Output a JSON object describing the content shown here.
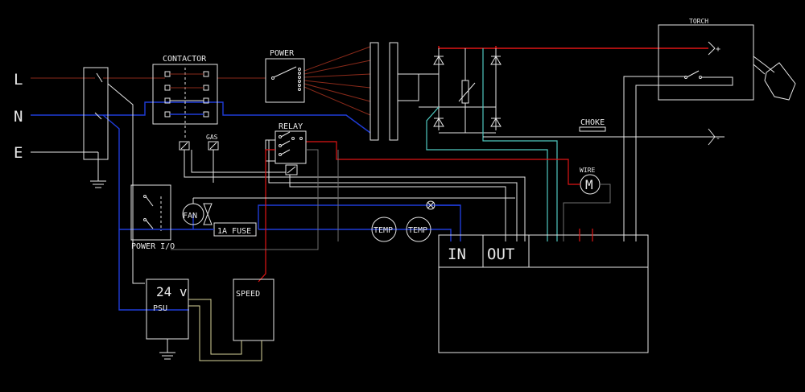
{
  "colors": {
    "background": "#000000",
    "line_white": "#e6e6e6",
    "line_live": "#8a2a1a",
    "line_neutral": "#1f3cd8",
    "line_red": "#e01515",
    "line_teal": "#4fc9c0",
    "line_yellow": "#d8d49a",
    "line_grey": "#707070"
  },
  "labels": {
    "line_l": "L",
    "line_n": "N",
    "line_e": "E",
    "contactor": "CONTACTOR",
    "power": "POWER",
    "relay": "RELAY",
    "gas": "GAS",
    "fan": "FAN",
    "fuse": "1A FUSE",
    "temp_1": "TEMP",
    "temp_2": "TEMP",
    "power_io": "POWER I/O",
    "psu_voltage": "24 v",
    "psu": "PSU",
    "speed": "SPEED",
    "controller_in": "IN",
    "controller_out": "OUT",
    "choke": "CHOKE",
    "wire": "WIRE",
    "motor": "M",
    "torch": "TORCH",
    "torch_plus": "+",
    "torch_minus": "-"
  },
  "icons": [
    "ground-icon",
    "switch-icon",
    "solenoid-icon",
    "diode-icon",
    "motor-icon",
    "lamp-icon",
    "fan-icon",
    "torch-icon"
  ]
}
